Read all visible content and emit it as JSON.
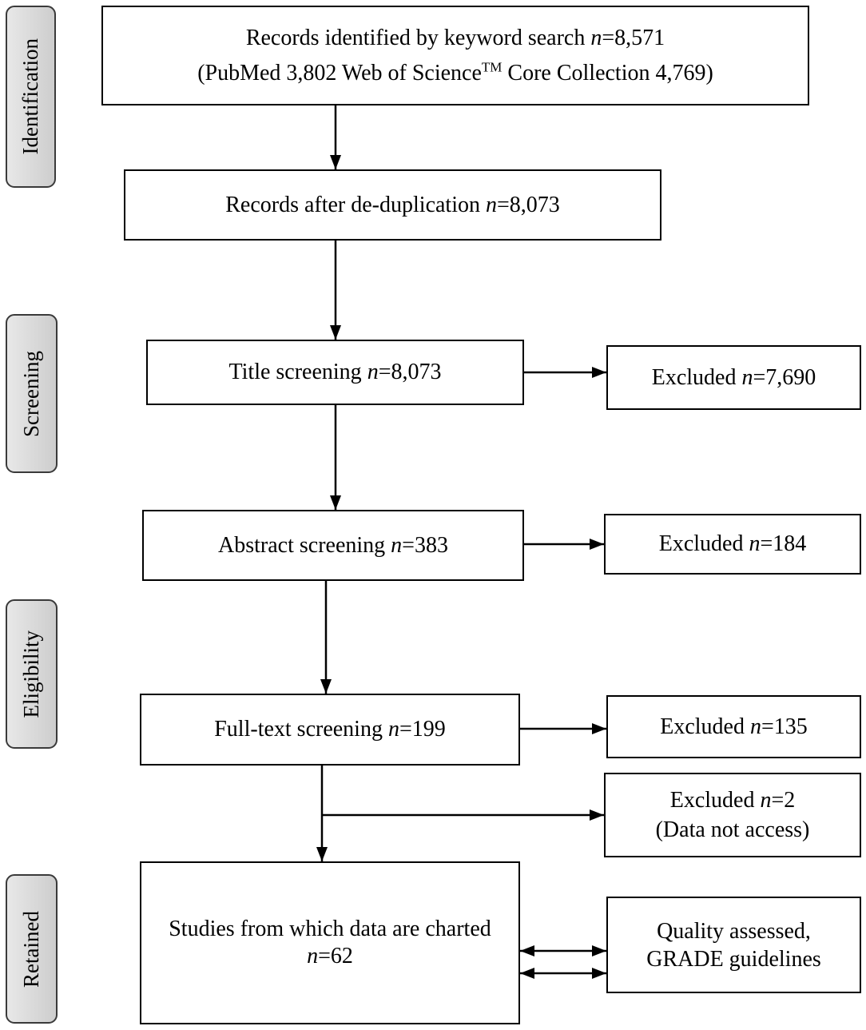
{
  "stages": [
    {
      "label": "Identification"
    },
    {
      "label": "Screening"
    },
    {
      "label": "Eligibility"
    },
    {
      "label": "Retained"
    }
  ],
  "boxes": {
    "identified": {
      "label": "Records identified by keyword search ",
      "n": "n",
      "count": "=8,571",
      "sources_prefix": "(PubMed 3,802 Web of Science",
      "trademark": "TM",
      "sources_suffix": " Core Collection 4,769)"
    },
    "deduplicated": {
      "label": "Records after de-duplication ",
      "n": "n",
      "count": "=8,073"
    },
    "title_screening": {
      "label": "Title screening ",
      "n": "n",
      "count": "=8,073"
    },
    "title_excluded": {
      "label": "Excluded ",
      "n": "n",
      "count": "=7,690"
    },
    "abstract_screening": {
      "label": "Abstract screening ",
      "n": "n",
      "count": "=383"
    },
    "abstract_excluded": {
      "label": "Excluded ",
      "n": "n",
      "count": "=184"
    },
    "fulltext_screening": {
      "label": "Full-text screening ",
      "n": "n",
      "count": "=199"
    },
    "fulltext_excluded": {
      "label": "Excluded ",
      "n": "n",
      "count": "=135"
    },
    "access_excluded": {
      "label": "Excluded ",
      "n": "n",
      "count": "=2",
      "reason": "(Data not access)"
    },
    "charted": {
      "label": "Studies from which data are charted",
      "n": "n",
      "count": "=62"
    },
    "quality": {
      "line1": "Quality assessed,",
      "line2": "GRADE guidelines"
    }
  }
}
